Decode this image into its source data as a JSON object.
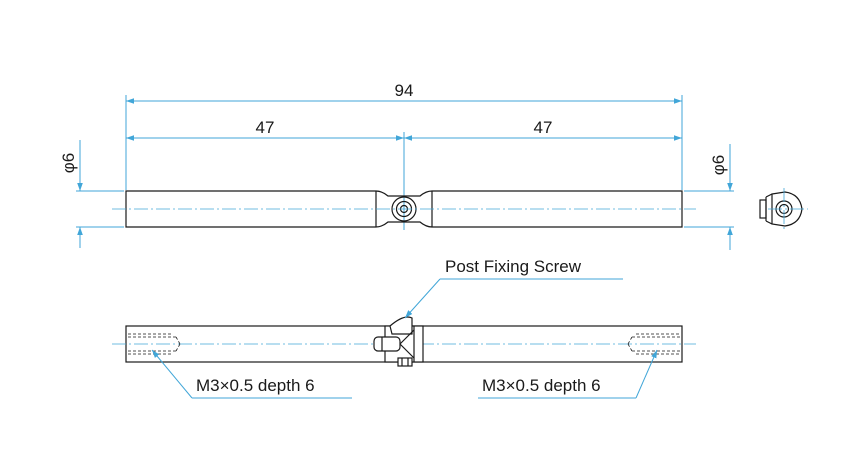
{
  "dimensions": {
    "overall_length": "94",
    "left_half": "47",
    "right_half": "47",
    "diameter_left": "φ6",
    "diameter_right": "φ6"
  },
  "callouts": {
    "post_fixing_screw": "Post Fixing Screw",
    "thread_left": "M3×0.5 depth 6",
    "thread_right": "M3×0.5 depth 6"
  },
  "colors": {
    "dimension_line": "#41a6d8",
    "outline": "#1a1a1a"
  }
}
